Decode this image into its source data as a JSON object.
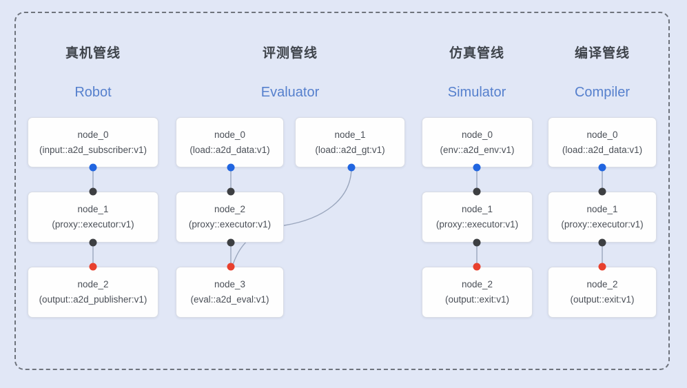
{
  "colors": {
    "background": "#e1e7f6",
    "frame_border": "#6e737c",
    "edge": "#9aa6bd",
    "title_zh": "#3f444b",
    "title_en": "#5680cd",
    "node_bg": "#fefefe",
    "node_border": "#d8dce5",
    "node_text": "#4a4f57",
    "port_output": "#2065e0",
    "port_internal": "#3d3f42",
    "port_final": "#e8402e"
  },
  "pipelines": [
    {
      "title_zh": "真机管线",
      "title_en": "Robot",
      "nodes": [
        {
          "name": "node_0",
          "type": "(input::a2d_subscriber:v1)"
        },
        {
          "name": "node_1",
          "type": "(proxy::executor:v1)"
        },
        {
          "name": "node_2",
          "type": "(output::a2d_publisher:v1)"
        }
      ]
    },
    {
      "title_zh": "评测管线",
      "title_en": "Evaluator",
      "nodes": [
        {
          "name": "node_0",
          "type": "(load::a2d_data:v1)"
        },
        {
          "name": "node_1",
          "type": "(load::a2d_gt:v1)"
        },
        {
          "name": "node_2",
          "type": "(proxy::executor:v1)"
        },
        {
          "name": "node_3",
          "type": "(eval::a2d_eval:v1)"
        }
      ]
    },
    {
      "title_zh": "仿真管线",
      "title_en": "Simulator",
      "nodes": [
        {
          "name": "node_0",
          "type": "(env::a2d_env:v1)"
        },
        {
          "name": "node_1",
          "type": "(proxy::executor:v1)"
        },
        {
          "name": "node_2",
          "type": "(output::exit:v1)"
        }
      ]
    },
    {
      "title_zh": "编译管线",
      "title_en": "Compiler",
      "nodes": [
        {
          "name": "node_0",
          "type": "(load::a2d_data:v1)"
        },
        {
          "name": "node_1",
          "type": "(proxy::executor:v1)"
        },
        {
          "name": "node_2",
          "type": "(output::exit:v1)"
        }
      ]
    }
  ],
  "edges": [
    {
      "pipeline": "Robot",
      "from": "node_0",
      "to": "node_1"
    },
    {
      "pipeline": "Robot",
      "from": "node_1",
      "to": "node_2"
    },
    {
      "pipeline": "Evaluator",
      "from": "node_0",
      "to": "node_2"
    },
    {
      "pipeline": "Evaluator",
      "from": "node_1",
      "to": "node_3"
    },
    {
      "pipeline": "Evaluator",
      "from": "node_2",
      "to": "node_3"
    },
    {
      "pipeline": "Simulator",
      "from": "node_0",
      "to": "node_1"
    },
    {
      "pipeline": "Simulator",
      "from": "node_1",
      "to": "node_2"
    },
    {
      "pipeline": "Compiler",
      "from": "node_0",
      "to": "node_1"
    },
    {
      "pipeline": "Compiler",
      "from": "node_1",
      "to": "node_2"
    }
  ]
}
